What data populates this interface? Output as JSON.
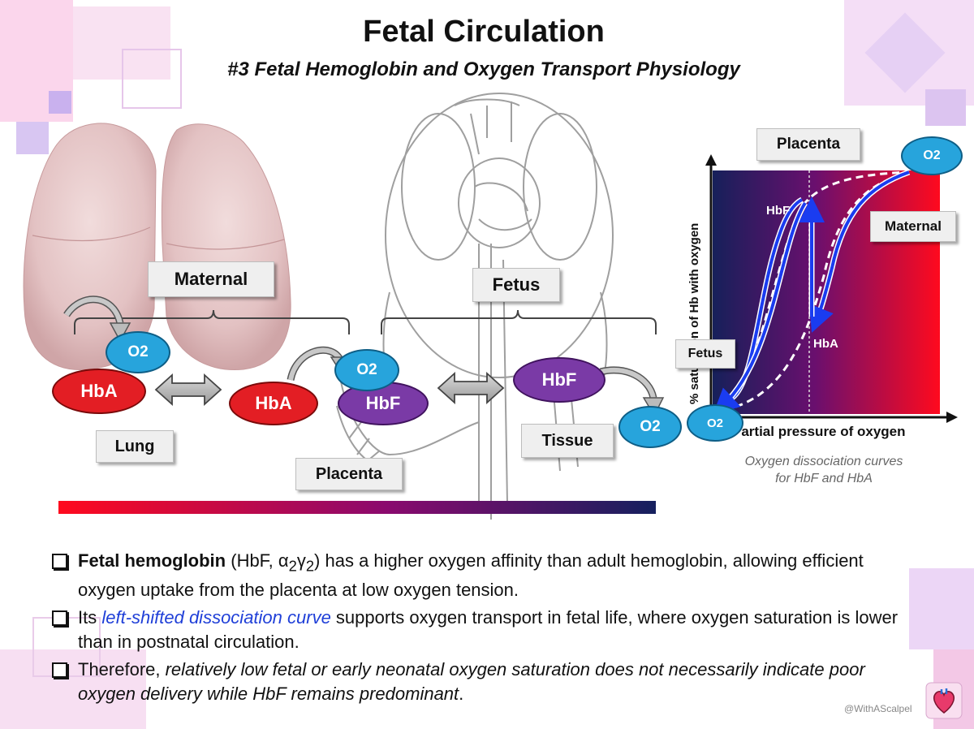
{
  "header": {
    "title": "Fetal Circulation",
    "subtitle": "#3  Fetal Hemoglobin and Oxygen Transport Physiology"
  },
  "diagram": {
    "maternal_label": "Maternal",
    "fetus_label": "Fetus",
    "lung_label": "Lung",
    "placenta_label": "Placenta",
    "tissue_label": "Tissue",
    "hba_label": "HbA",
    "hbf_label": "HbF",
    "o2_label": "O2"
  },
  "chart": {
    "ylabel": "% saturation of Hb with oxygen",
    "xlabel": "Partial pressure of oxygen",
    "placenta_label": "Placenta",
    "maternal_label": "Maternal",
    "fetus_label": "Fetus",
    "hbf_curve_label": "HbF",
    "hba_curve_label": "HbA",
    "o2_label": "O2",
    "caption_line1": "Oxygen dissociation curves",
    "caption_line2": "for HbF and HbA"
  },
  "chart_data": {
    "type": "line",
    "title": "",
    "xlabel": "Partial pressure of oxygen",
    "ylabel": "% saturation of Hb with oxygen",
    "series": [
      {
        "name": "HbF",
        "curve": "left-shifted sigmoid"
      },
      {
        "name": "HbA",
        "curve": "right-shifted sigmoid"
      }
    ],
    "annotations": [
      "Placenta",
      "Maternal",
      "Fetus"
    ]
  },
  "bullets": {
    "b1_bold": "Fetal hemoglobin",
    "b1_formula_start": " (HbF, α",
    "b1_sub1": "2",
    "b1_gamma": "γ",
    "b1_sub2": "2",
    "b1_rest": ") has a higher oxygen affinity than adult hemoglobin, allowing efficient oxygen uptake from the placenta at low oxygen tension.",
    "b2_start": "Its ",
    "b2_em": "left-shifted dissociation curve",
    "b2_rest": " supports oxygen transport in fetal life, where oxygen saturation is lower than in postnatal circulation.",
    "b3_start": "Therefore, ",
    "b3_em": "relatively low fetal or early neonatal oxygen saturation does not necessarily indicate poor oxygen delivery while HbF remains predominant",
    "b3_end": "."
  },
  "footer": {
    "watermark": "@WithAScalpel"
  },
  "colors": {
    "hba": "#e31e24",
    "hbf": "#7a3aa6",
    "o2": "#27a4dc",
    "gradient_red": "#ff0a1e",
    "gradient_navy": "#15205e",
    "curve_blue": "#1a3cf0"
  }
}
